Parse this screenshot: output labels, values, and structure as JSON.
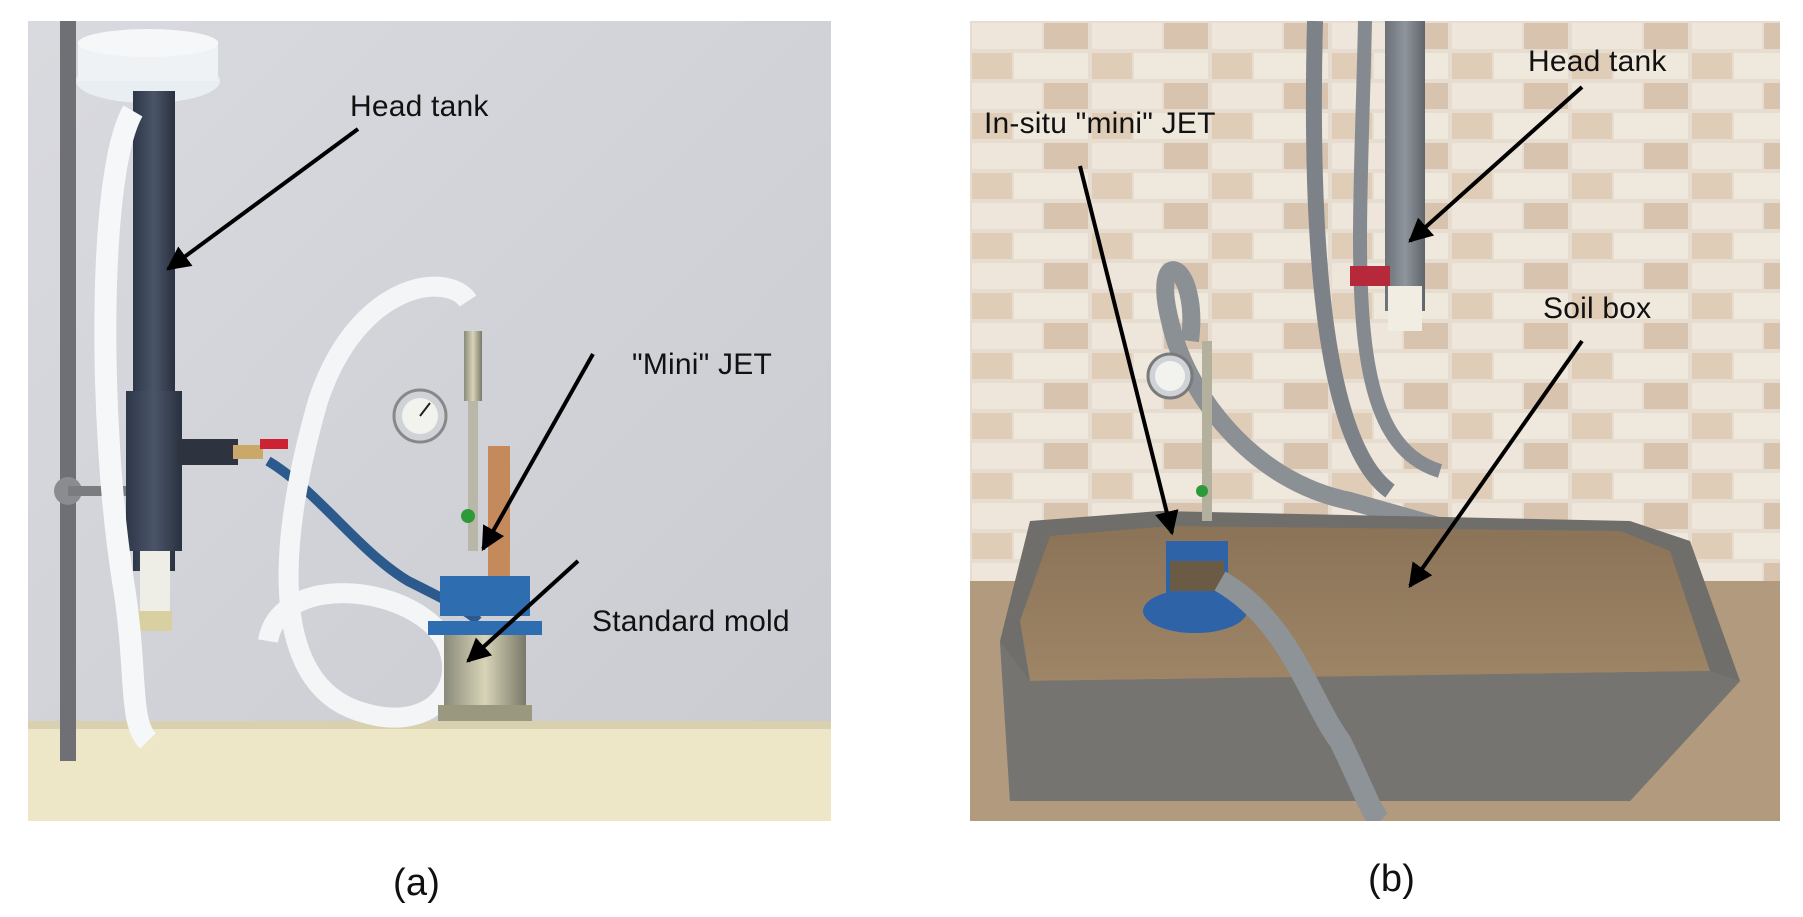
{
  "panels": [
    {
      "caption": "(a)",
      "annotations": {
        "head_tank": "Head tank",
        "mini_jet": "\"Mini\" JET",
        "standard_mold": "Standard mold"
      }
    },
    {
      "caption": "(b)",
      "annotations": {
        "in_situ_mini_jet": "In-situ \"mini\" JET",
        "head_tank": "Head tank",
        "soil_box": "Soil box"
      }
    }
  ]
}
